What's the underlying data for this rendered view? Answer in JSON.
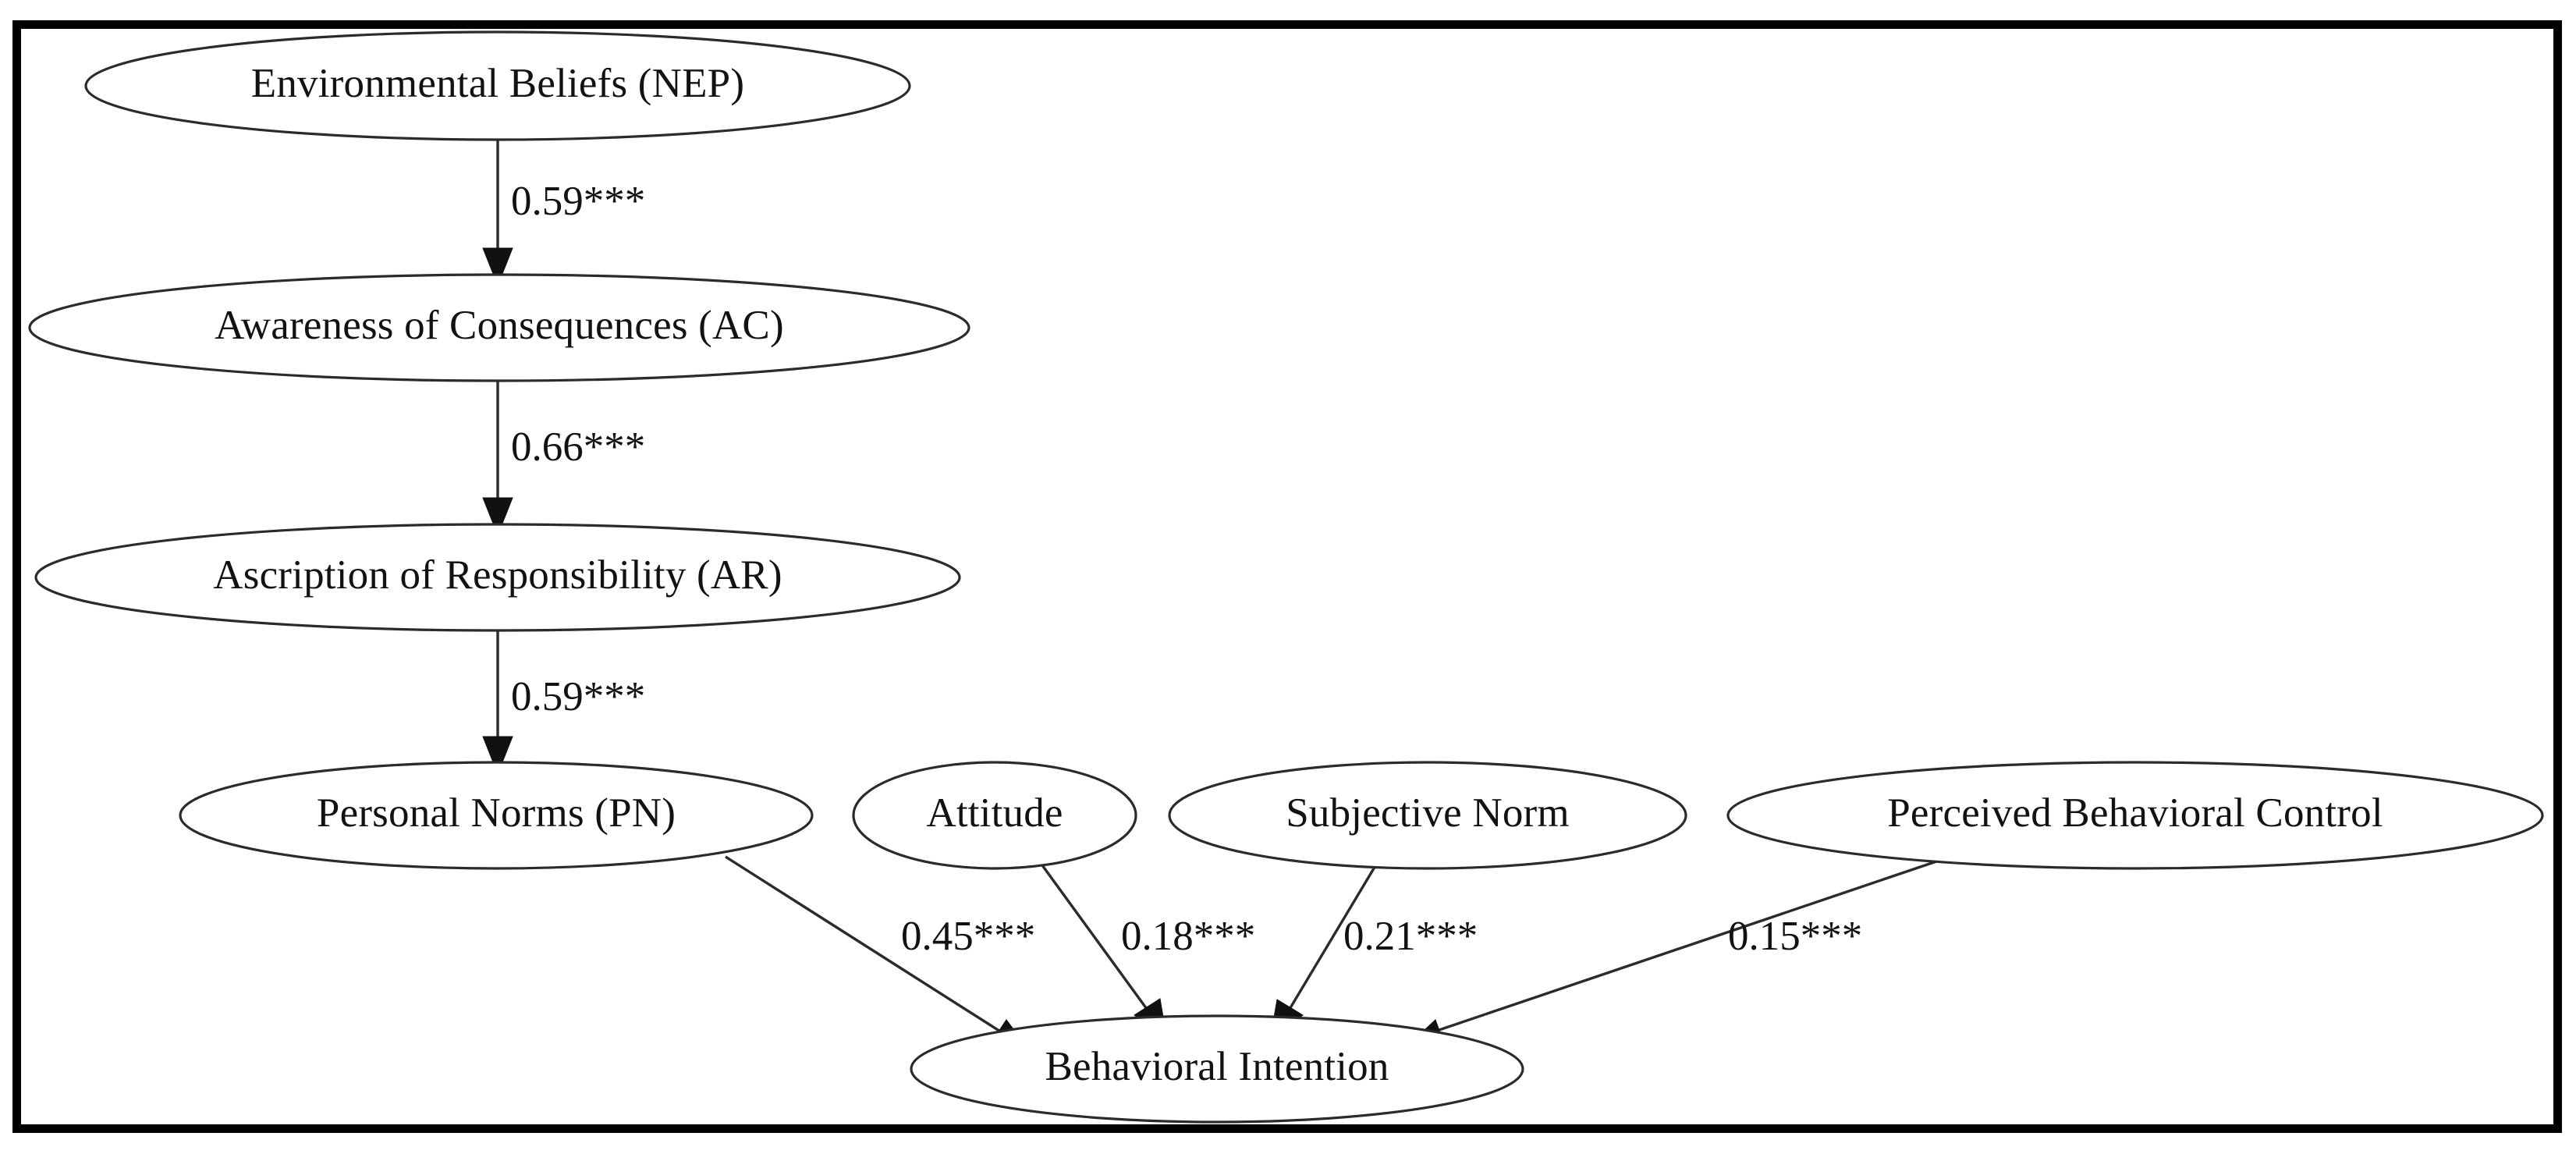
{
  "figure": {
    "type": "path-diagram",
    "border_color": "#000000",
    "background_color": "#ffffff",
    "node_stroke_color": "#2b2b2b",
    "text_color": "#121212"
  },
  "chart_data": {
    "type": "diagram",
    "title": "",
    "nodes": [
      {
        "id": "NEP",
        "label": "Environmental Beliefs (NEP)"
      },
      {
        "id": "AC",
        "label": "Awareness of Consequences (AC)"
      },
      {
        "id": "AR",
        "label": "Ascription of Responsibility (AR)"
      },
      {
        "id": "PN",
        "label": "Personal Norms (PN)"
      },
      {
        "id": "ATT",
        "label": "Attitude"
      },
      {
        "id": "SN",
        "label": "Subjective Norm"
      },
      {
        "id": "PBC",
        "label": "Perceived Behavioral Control"
      },
      {
        "id": "BI",
        "label": "Behavioral Intention"
      }
    ],
    "edges": [
      {
        "from": "NEP",
        "to": "AC",
        "label": "0.59***",
        "coefficient": 0.59,
        "significance": "***"
      },
      {
        "from": "AC",
        "to": "AR",
        "label": "0.66***",
        "coefficient": 0.66,
        "significance": "***"
      },
      {
        "from": "AR",
        "to": "PN",
        "label": "0.59***",
        "coefficient": 0.59,
        "significance": "***"
      },
      {
        "from": "PN",
        "to": "BI",
        "label": "0.45***",
        "coefficient": 0.45,
        "significance": "***"
      },
      {
        "from": "ATT",
        "to": "BI",
        "label": "0.18***",
        "coefficient": 0.18,
        "significance": "***"
      },
      {
        "from": "SN",
        "to": "BI",
        "label": "0.21***",
        "coefficient": 0.21,
        "significance": "***"
      },
      {
        "from": "PBC",
        "to": "BI",
        "label": "0.15***",
        "coefficient": 0.15,
        "significance": "***"
      }
    ]
  },
  "nodes": {
    "nep": {
      "label": "Environmental Beliefs (NEP)"
    },
    "ac": {
      "label": "Awareness of Consequences (AC)"
    },
    "ar": {
      "label": "Ascription of Responsibility (AR)"
    },
    "pn": {
      "label": "Personal Norms (PN)"
    },
    "att": {
      "label": "Attitude"
    },
    "sn": {
      "label": "Subjective Norm"
    },
    "pbc": {
      "label": "Perceived Behavioral Control"
    },
    "bi": {
      "label": "Behavioral Intention"
    }
  },
  "edge_labels": {
    "nep_ac": "0.59***",
    "ac_ar": "0.66***",
    "ar_pn": "0.59***",
    "pn_bi": "0.45***",
    "att_bi": "0.18***",
    "sn_bi": "0.21***",
    "pbc_bi": "0.15***"
  }
}
